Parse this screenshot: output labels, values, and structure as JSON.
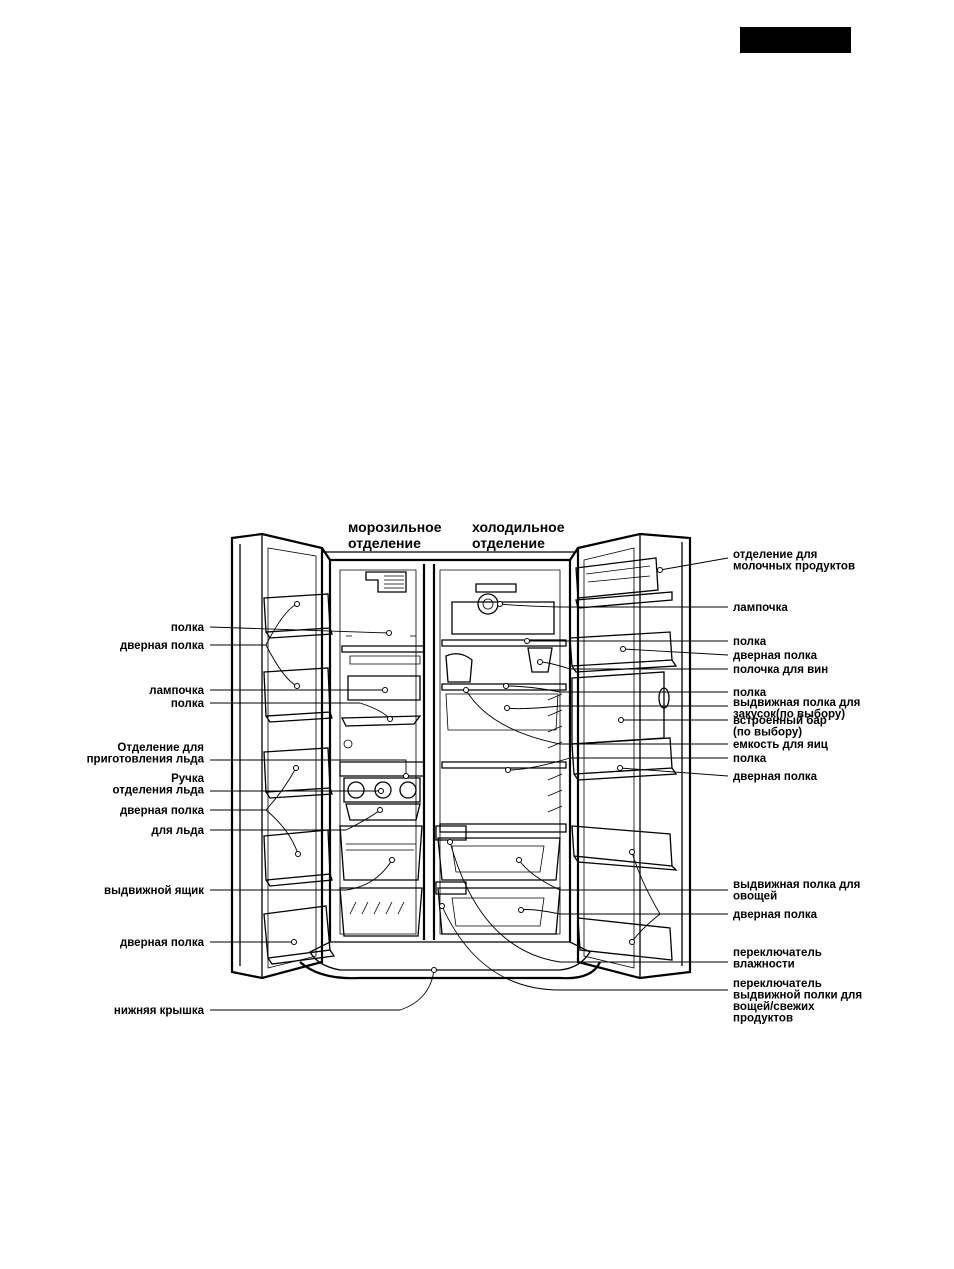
{
  "headers": {
    "freezer": [
      "морозильное",
      "отделение"
    ],
    "fridge": [
      "холодильное",
      "отделение"
    ]
  },
  "labels_left": [
    {
      "id": "left-shelf-1",
      "lines": [
        "полка"
      ]
    },
    {
      "id": "left-door-shelf-1",
      "lines": [
        "дверная полка"
      ]
    },
    {
      "id": "left-lamp",
      "lines": [
        "лампочка"
      ]
    },
    {
      "id": "left-shelf-2",
      "lines": [
        "полка"
      ]
    },
    {
      "id": "left-ice-maker",
      "lines": [
        "Отделение для",
        "приготовления льда"
      ]
    },
    {
      "id": "left-ice-handle",
      "lines": [
        "Ручка",
        "отделения льда"
      ]
    },
    {
      "id": "left-door-shelf-2",
      "lines": [
        "дверная полка"
      ]
    },
    {
      "id": "left-ice-tray",
      "lines": [
        "для льда"
      ]
    },
    {
      "id": "left-drawer",
      "lines": [
        "выдвижной ящик"
      ]
    },
    {
      "id": "left-door-shelf-3",
      "lines": [
        "дверная полка"
      ]
    },
    {
      "id": "left-bottom-cover",
      "lines": [
        "нижняя крышка"
      ]
    }
  ],
  "labels_right": [
    {
      "id": "right-dairy",
      "lines": [
        "отделение для",
        "молочных продуктов"
      ]
    },
    {
      "id": "right-lamp",
      "lines": [
        "лампочка"
      ]
    },
    {
      "id": "right-shelf-1",
      "lines": [
        "полка"
      ]
    },
    {
      "id": "right-door-shelf-1",
      "lines": [
        "дверная полка"
      ]
    },
    {
      "id": "right-wine-shelf",
      "lines": [
        "полочка для вин"
      ]
    },
    {
      "id": "right-shelf-2",
      "lines": [
        "полка"
      ]
    },
    {
      "id": "right-snack-shelf",
      "lines": [
        "выдвижная полка для",
        "закусок(по выбору)"
      ]
    },
    {
      "id": "right-home-bar",
      "lines": [
        "встроенный бар",
        "(по выбору)"
      ]
    },
    {
      "id": "right-egg-box",
      "lines": [
        "емкость для яиц"
      ]
    },
    {
      "id": "right-shelf-3",
      "lines": [
        "полка"
      ]
    },
    {
      "id": "right-door-shelf-2",
      "lines": [
        "дверная полка"
      ]
    },
    {
      "id": "right-veg-drawer",
      "lines": [
        "выдвижная полка для",
        "овощей"
      ]
    },
    {
      "id": "right-door-shelf-3",
      "lines": [
        "дверная полка"
      ]
    },
    {
      "id": "right-humidity-switch",
      "lines": [
        "переключатель",
        "влажности"
      ]
    },
    {
      "id": "right-drawer-switch",
      "lines": [
        "переключатель",
        "выдвижной полки для",
        "вощей/свежих",
        "продуктов"
      ]
    }
  ]
}
